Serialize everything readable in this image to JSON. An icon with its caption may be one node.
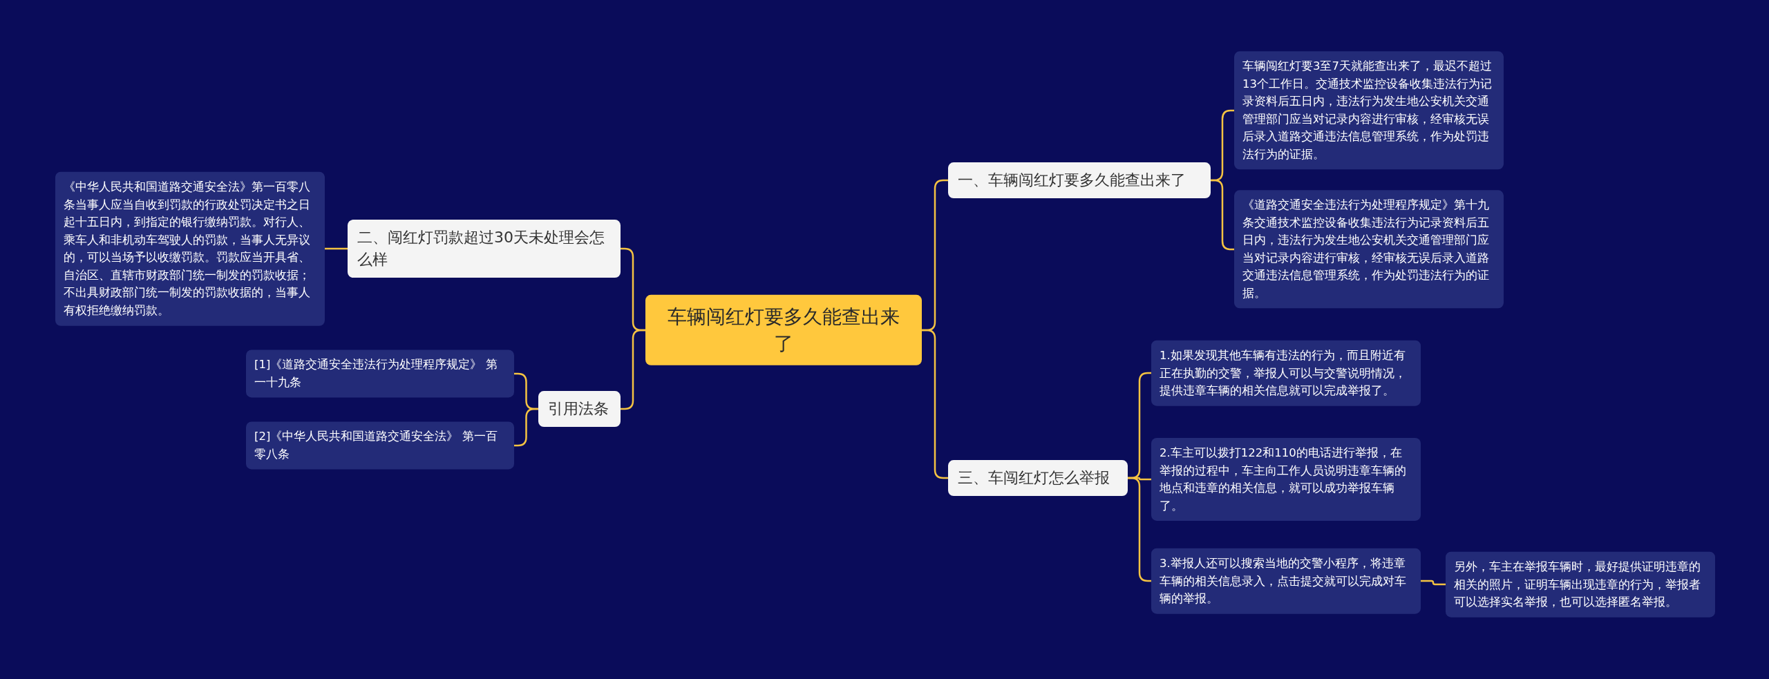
{
  "diagram": {
    "nodes": [
      {
        "text": [
          "车辆闯红灯要多久能查出来了"
        ]
      },
      {
        "text": [
          "一、车辆闯红灯要多久能查出来了"
        ]
      },
      {
        "text": [
          "车辆闯红灯要3至7天就能查出来了，最迟不超过13个工作日。交通技术监控设备收集违法行为记录资料后五日内，违法行为发生地公安机关交通管理部门应当对记录内容进行审核，经审核无误后录入道路交通违法信息管理系统，作为处罚违法行为的证据。"
        ]
      },
      {
        "text": [
          "《道路交通安全违法行为处理程序规定》第十九条交通技术监控设备收集违法行为记录资料后五日内，违法行为发生地公安机关交通管理部门应当对记录内容进行审核，经审核无误后录入道路交通违法信息管理系统，作为处罚违法行为的证据。"
        ]
      },
      {
        "text": [
          "三、车闯红灯怎么举报"
        ]
      },
      {
        "text": [
          "1.如果发现其他车辆有违法的行为，而且附近有正在执勤的交警，举报人可以与交警说明情况，提供违章车辆的相关信息就可以完成举报了。"
        ]
      },
      {
        "text": [
          "2.车主可以拨打122和110的电话进行举报，在举报的过程中，车主向工作人员说明违章车辆的地点和违章的相关信息，就可以成功举报车辆了。"
        ]
      },
      {
        "text": [
          "3.举报人还可以搜索当地的交警小程序，将违章车辆的相关信息录入，点击提交就可以完成对车辆的举报。"
        ]
      },
      {
        "text": [
          "另外，车主在举报车辆时，最好提供证明违章的相关的照片，证明车辆出现违章的行为，举报者可以选择实名举报，也可以选择匿名举报。"
        ]
      },
      {
        "text": [
          "二、闯红灯罚款超过30天未处理会怎么样"
        ]
      },
      {
        "text": [
          "《中华人民共和国道路交通安全法》第一百零八条当事人应当自收到罚款的行政处罚决定书之日起十五日内，到指定的银行缴纳罚款。对行人、乘车人和非机动车驾驶人的罚款，当事人无异议的，可以当场予以收缴罚款。罚款应当开具省、自治区、直辖市财政部门统一制发的罚款收据；不出具财政部门统一制发的罚款收据的，当事人有权拒绝缴纳罚款。"
        ]
      },
      {
        "text": [
          "引用法条"
        ]
      },
      {
        "text": [
          "[1]《道路交通安全违法行为处理程序规定》 第一十九条"
        ]
      },
      {
        "text": [
          "[2]《中华人民共和国道路交通安全法》 第一百零八条"
        ]
      }
    ],
    "edges": [
      {
        "from": 0,
        "to": 1,
        "arrow": "none"
      },
      {
        "from": 1,
        "to": 2,
        "arrow": "none"
      },
      {
        "from": 1,
        "to": 3,
        "arrow": "none"
      },
      {
        "from": 0,
        "to": 4,
        "arrow": "none"
      },
      {
        "from": 4,
        "to": 5,
        "arrow": "none"
      },
      {
        "from": 4,
        "to": 6,
        "arrow": "none"
      },
      {
        "from": 4,
        "to": 7,
        "arrow": "none"
      },
      {
        "from": 7,
        "to": 8,
        "arrow": "none"
      },
      {
        "from": 0,
        "to": 9,
        "arrow": "none"
      },
      {
        "from": 9,
        "to": 10,
        "arrow": "none"
      },
      {
        "from": 0,
        "to": 11,
        "arrow": "none"
      },
      {
        "from": 11,
        "to": 12,
        "arrow": "none"
      },
      {
        "from": 11,
        "to": 13,
        "arrow": "none"
      }
    ]
  }
}
